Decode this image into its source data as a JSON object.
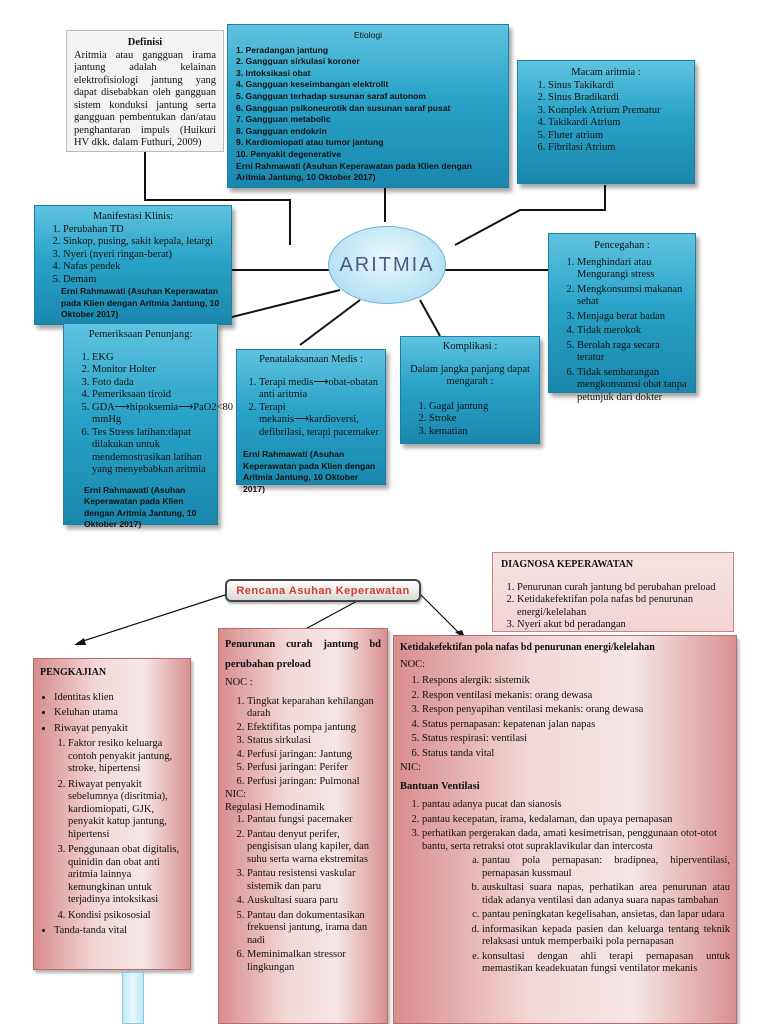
{
  "center": {
    "title": "ARITMIA"
  },
  "definisi": {
    "title": "Definisi",
    "text": "Aritmia atau gangguan irama jantung adalah kelainan elektrofisiologi jantung yang dapat disebabkan oleh gangguan sistem konduksi jantung serta gangguan pembentukan dan/atau penghantaran impuls (Huikuri HV dkk. dalam Futhuri, 2009)"
  },
  "etiologi": {
    "title": "Etiologi",
    "items": [
      "1. Peradangan jantung",
      "2. Gangguan sirkulasi koroner",
      "3. Intoksikasi obat",
      "4. Gangguan keseimbangan elektrolit",
      "5. Gangguan terhadap susunan saraf autonom",
      "6. Gangguan psikoneurotik dan susunan saraf pusat",
      "7. Gangguan metabolic",
      "8. Gangguan endokrin",
      "9. Kardiomiopati atau tumor jantung",
      "10.        Penyakit degenerative"
    ],
    "source": "Erni Rahmawati (Asuhan Keperawatan pada Klien dengan Aritmia Jantung, 10 Oktober 2017)"
  },
  "macam": {
    "title": "Macam aritmia :",
    "items": [
      "Sinus Takikardi",
      "Sinus Bradikardi",
      "Komplek Atrium Prematur",
      "Takikardi Atrium",
      "Fluter atrium",
      "Fibrilasi Atrium"
    ]
  },
  "manifestasi": {
    "title": "Manifestasi Klinis:",
    "items": [
      "Perubahan TD",
      "Sinkop, pusing, sakit kepala, letargi",
      "Nyeri (nyeri ringan-berat)",
      "Nafas pendek",
      "Demam"
    ],
    "source": "Erni Rahmawati (Asuhan Keperawatan pada Klien dengan Aritmia Jantung, 10 Oktober 2017)"
  },
  "pencegahan": {
    "title": "Pencegahan :",
    "items": [
      "Menghindari atau Mengurangi stress",
      "Mengkonsumsi makanan sehat",
      "Menjaga berat badan",
      "Tidak merokok",
      "Berolah raga secara teratur",
      "Tidak sembarangan mengkonsumsi obat tanpa petunjuk dari dokter"
    ]
  },
  "pemeriksaan": {
    "title": "Pemeriksaan Penunjang:",
    "items": [
      "EKG",
      "Monitor Holter",
      "Foto dada",
      "Pemeriksaan tiroid",
      "GDA⟶hipoksemia⟶PaO2<80 mmHg",
      "Tes Stress latihan:dapat dilakukan untuk mendemostrasikan latihan yang menyebabkan aritmia"
    ],
    "source": "Erni Rahmawati (Asuhan Keperawatan pada Klien dengan Aritmia Jantung, 10 Oktober 2017)"
  },
  "penatalaksanaan": {
    "title": "Penatalaksanaan Medis :",
    "items": [
      "Terapi medis⟶obat-obatan anti aritmia",
      "Terapi mekanis⟶kardioversi, defibrilasi, terapi pacemaker"
    ],
    "source": "Erni Rahmawati (Asuhan Keperawatan pada Klien dengan Aritmia Jantung, 10 Oktober 2017)"
  },
  "komplikasi": {
    "title": "Komplikasi :",
    "intro": "Dalam jangka panjang dapat mengarah :",
    "items": [
      "Gagal jantung",
      "Stroke",
      "kematian"
    ]
  },
  "rencana": {
    "title": "Rencana Asuhan Keperawatan"
  },
  "diagnosa": {
    "title": "DIAGNOSA KEPERAWATAN",
    "items": [
      "Penurunan curah jantung bd perubahan preload",
      "Ketidakefektifan pola nafas bd penurunan energi/kelelahan",
      "Nyeri akut bd peradangan"
    ]
  },
  "pengkajian": {
    "title": "PENGKAJIAN",
    "bullets_top": [
      "Identitas klien",
      "Keluhan utama",
      "Riwayat penyakit"
    ],
    "sub_items": [
      "Faktor resiko keluarga contoh penyakit jantung, stroke, hipertensi",
      "Riwayat penyakit sebelumnya (disritmia), kardiomiopati, GJK, penyakit katup jantung, hipertensi",
      "Penggunaan obat digitalis, quinidin dan obat anti aritmia lainnya kemungkinan untuk terjadinya intoksikasi",
      "Kondisi psikososial"
    ],
    "bullets_bottom": [
      "Tanda-tanda vital"
    ]
  },
  "penurunan": {
    "title": "Penurunan curah jantung bd perubahan preload",
    "noc_label": "NOC :",
    "noc_items": [
      "Tingkat keparahan kehilangan darah",
      "Efektifitas pompa jantung",
      "Status sirkulasi",
      "Perfusi jaringan: Jantung",
      "Perfusi jaringan: Perifer",
      "Perfusi jaringan: Pulmonal"
    ],
    "nic_label": "NIC:",
    "nic_sub": "Regulasi Hemodinamik",
    "nic_items": [
      "Pantau fungsi pacemaker",
      "Pantau denyut perifer, pengisisan ulang kapiler, dan suhu serta warna ekstremitas",
      "Pantau resistensi vaskular sistemik dan paru",
      "Auskultasi suara paru",
      "Pantau dan dokumentasikan frekuensi jantung, irama dan nadi",
      "Meminimalkan stressor lingkungan"
    ]
  },
  "ketidak": {
    "title": "Ketidakefektifan pola nafas bd penurunan energi/kelelahan",
    "noc_label": "NOC:",
    "noc_items": [
      "Respons alergik: sistemik",
      "Respon ventilasi mekanis: orang dewasa",
      "Respon penyapihan ventilasi mekanis: orang dewasa",
      "Status pernapasan: kepatenan jalan napas",
      "Status respirasi: ventilasi",
      "Status tanda vital"
    ],
    "nic_label": "NIC:",
    "nic_sub": "Bantuan Ventilasi",
    "nic_items": [
      "pantau adanya pucat dan sianosis",
      "pantau kecepatan, irama, kedalaman, dan upaya pernapasan",
      "perhatikan pergerakan dada, amati kesimetrisan, penggunaan otot-otot bantu, serta retraksi otot supraklavikular dan intercosta"
    ],
    "alpha_items": [
      "pantau pola pernapasan: bradipnea, hiperventilasi, pernapasan kussmaul",
      "auskultasi suara napas, perhatikan area penurunan atau tidak adanya ventilasi dan adanya suara napas tambahan",
      "pantau peningkatan kegelisahan, ansietas, dan lapar udara",
      "informasikan kepada pasien dan keluarga tentang teknik relaksasi untuk memperbaiki pola pernapasan",
      "konsultasi dengan ahli terapi pernapasan untuk memastikan keadekuatan fungsi ventilator mekanis"
    ]
  }
}
